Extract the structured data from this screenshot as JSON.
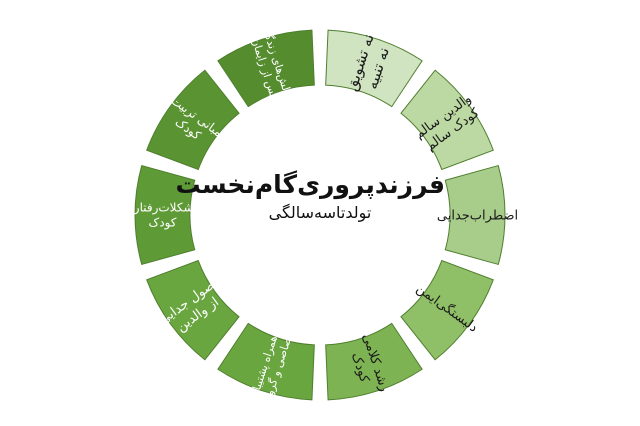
{
  "center": {
    "title": "فرزندپروری‌گام‌نخست",
    "subtitle": "تولدتاسه‌سالگی"
  },
  "segments": [
    {
      "lines": [
        "نه تشویق",
        "نه تنبیه"
      ],
      "fill": "#d1e4c1",
      "text": "#1a1a1a",
      "size": 15
    },
    {
      "lines": [
        "والدین سالم",
        "کودک سالم"
      ],
      "fill": "#bcd8a3",
      "text": "#1a1a1a",
      "size": 13
    },
    {
      "lines": [
        "اضطراب‌جدایی"
      ],
      "fill": "#a8cc8a",
      "text": "#1a1a1a",
      "size": 13
    },
    {
      "lines": [
        "دلبستگی‌ایمن"
      ],
      "fill": "#8fbf66",
      "text": "#1a1a1a",
      "size": 13
    },
    {
      "lines": [
        "رشد کلامی",
        "کودک"
      ],
      "fill": "#7db352",
      "text": "#1a1a1a",
      "size": 13
    },
    {
      "lines": [
        "به همراه پشتیبانی",
        "اختصاصی و گروهی"
      ],
      "fill": "#6aa640",
      "text": "#ffffff",
      "size": 11
    },
    {
      "lines": [
        "اصول جدایی",
        "از والدین"
      ],
      "fill": "#6aa640",
      "text": "#ffffff",
      "size": 13
    },
    {
      "lines": [
        "مشکلات‌رفتاری",
        "کودک"
      ],
      "fill": "#5e9a36",
      "text": "#ffffff",
      "size": 12
    },
    {
      "lines": [
        "مبانی تربیت",
        "کودک"
      ],
      "fill": "#5a9432",
      "text": "#ffffff",
      "size": 12
    },
    {
      "lines": [
        "چالش‌های زندگی",
        "پس از زایمان"
      ],
      "fill": "#548c2e",
      "text": "#ffffff",
      "size": 11
    }
  ]
}
